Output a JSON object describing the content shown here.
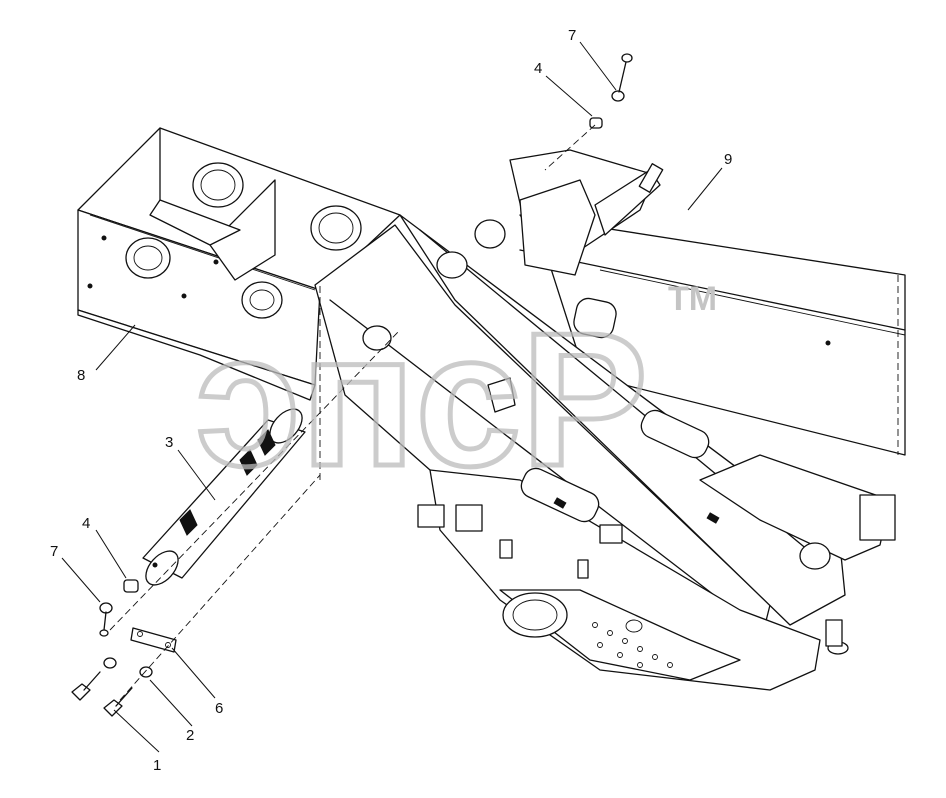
{
  "diagram": {
    "callouts": [
      {
        "id": "c1",
        "text": "1"
      },
      {
        "id": "c2",
        "text": "2"
      },
      {
        "id": "c3",
        "text": "3"
      },
      {
        "id": "c4a",
        "text": "4"
      },
      {
        "id": "c4b",
        "text": "4"
      },
      {
        "id": "c6",
        "text": "6"
      },
      {
        "id": "c7a",
        "text": "7"
      },
      {
        "id": "c7b",
        "text": "7"
      },
      {
        "id": "c8",
        "text": "8"
      },
      {
        "id": "c9",
        "text": "9"
      }
    ]
  },
  "watermark": {
    "text": "ᴐᴨᴄP",
    "trademark": "TM"
  }
}
